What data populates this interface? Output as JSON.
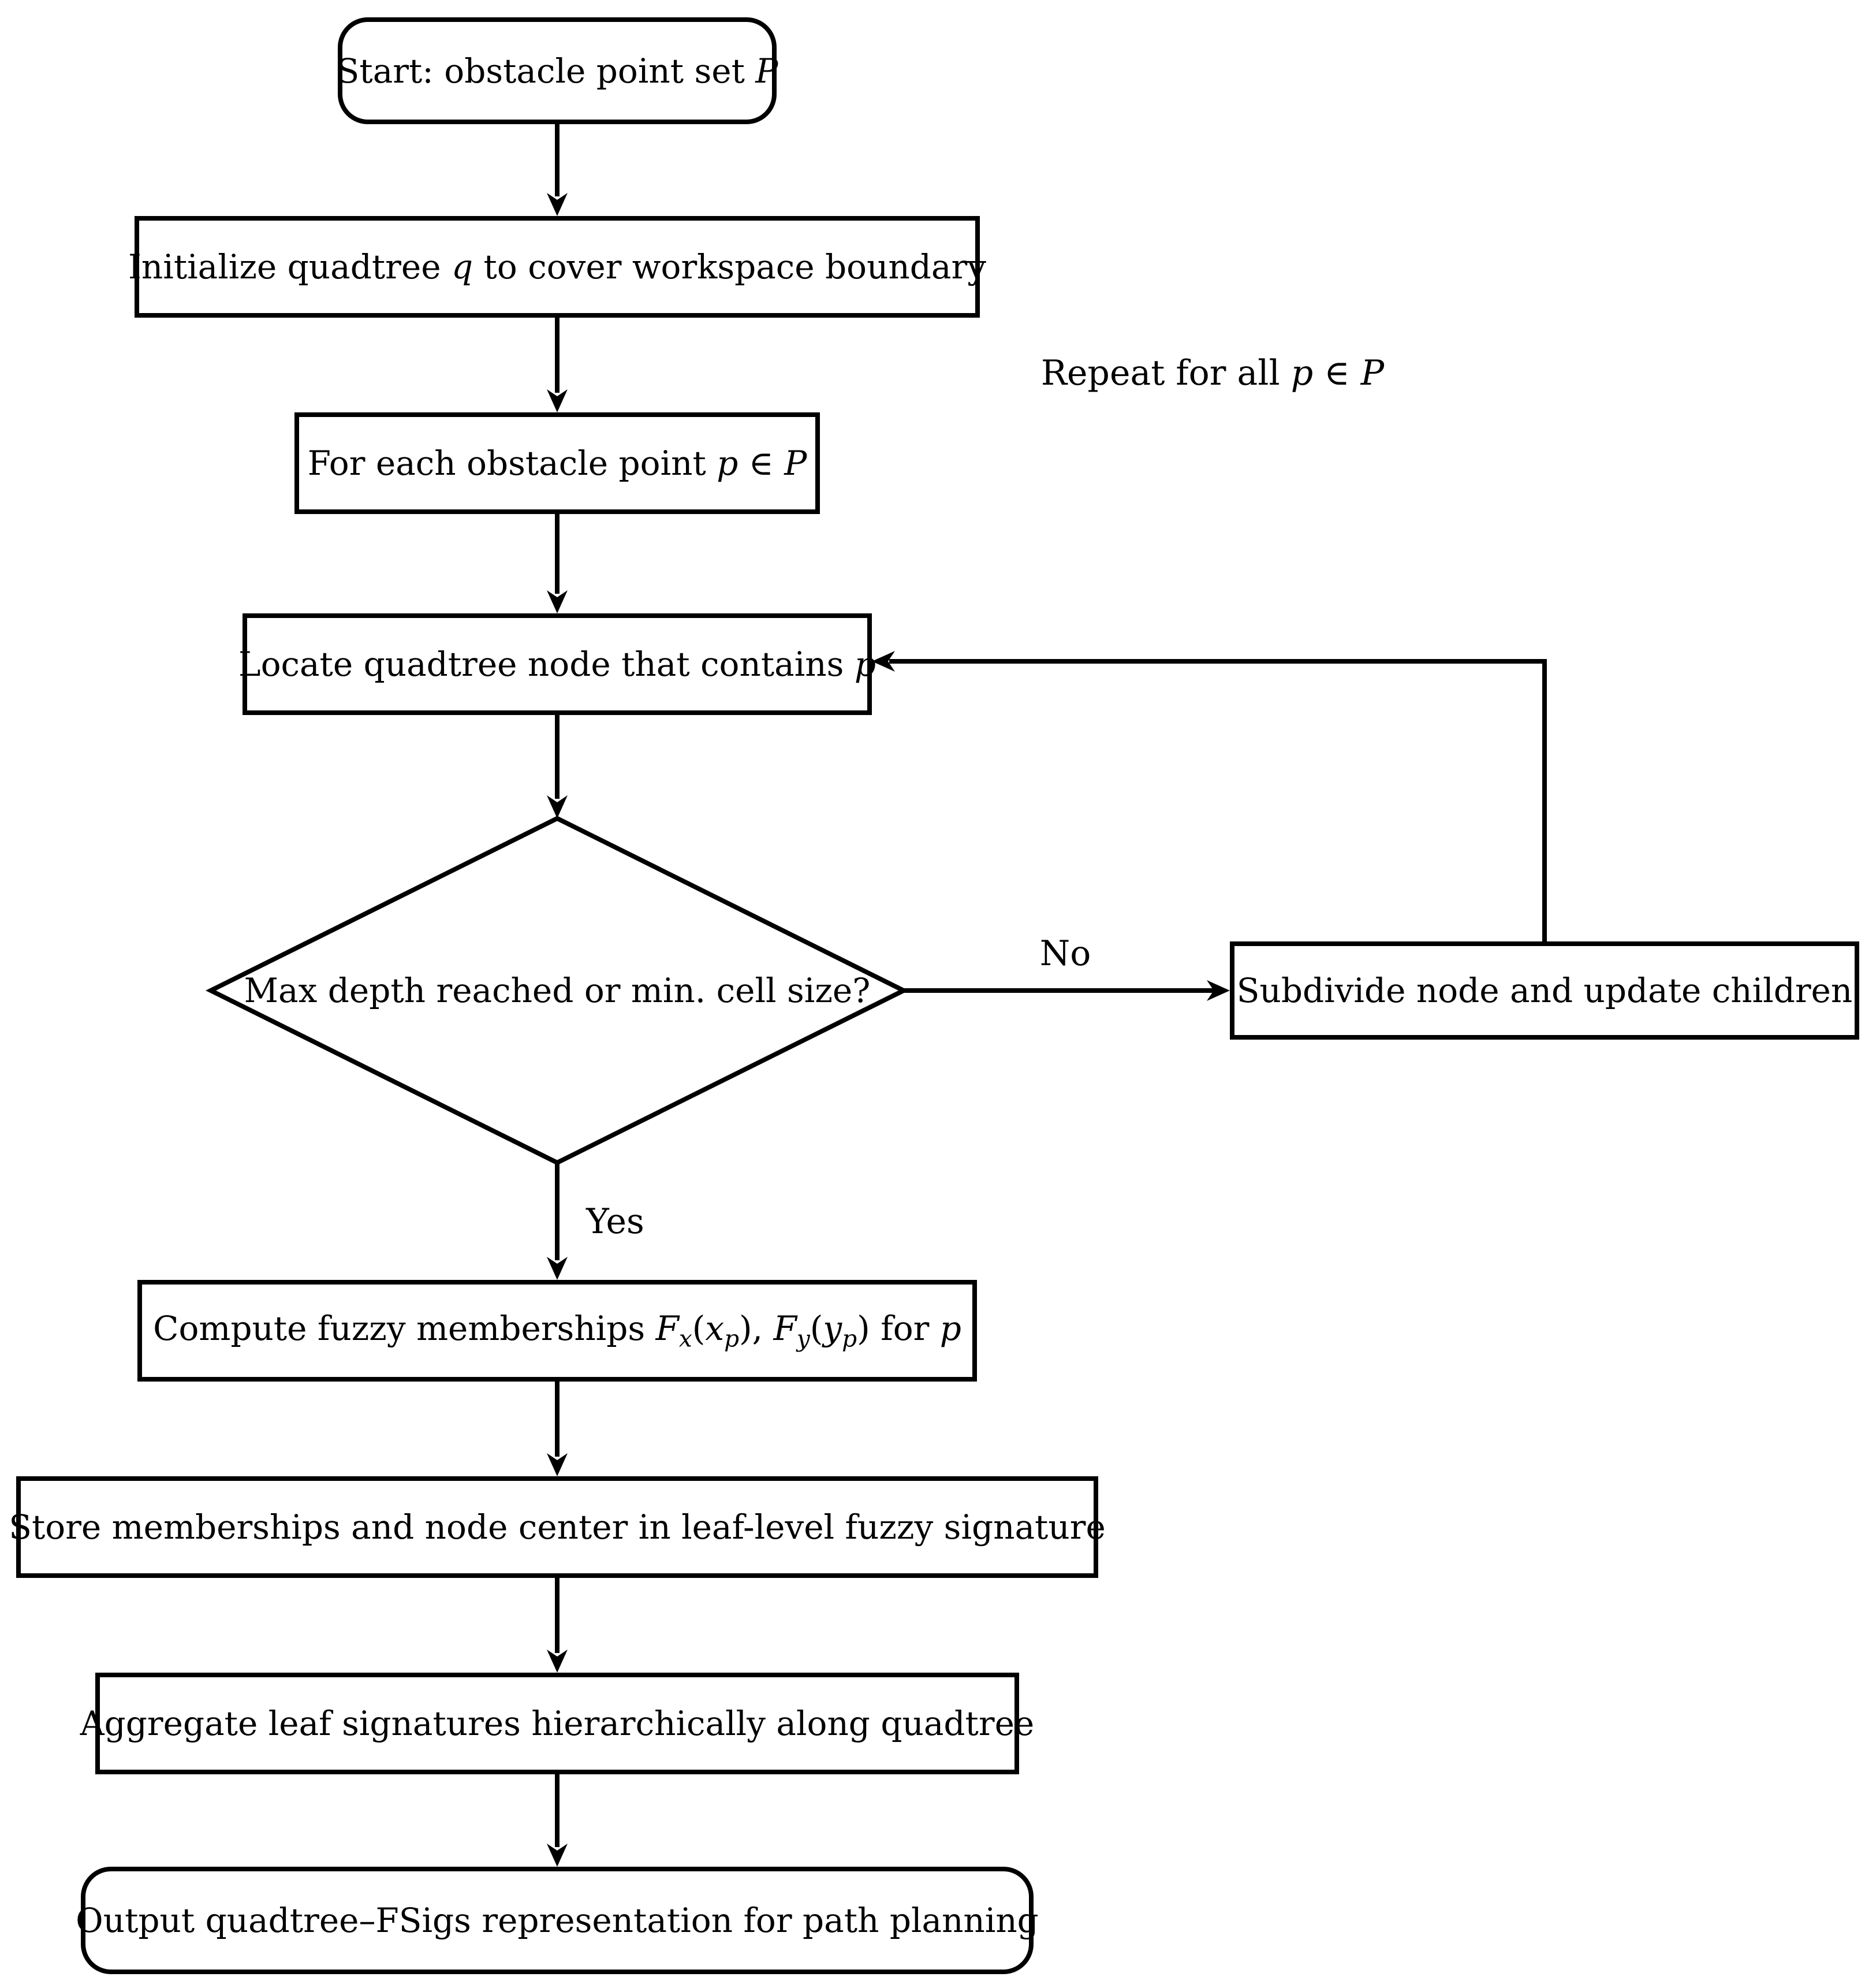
{
  "figure": {
    "type": "flowchart",
    "colors": {
      "stroke": "#000000",
      "background": "#ffffff",
      "text": "#000000"
    }
  },
  "nodes": {
    "start": {
      "shape": "rounded-rect",
      "parts": [
        "Start: obstacle point set ",
        "P"
      ]
    },
    "init": {
      "shape": "rect",
      "parts": [
        "Initialize quadtree ",
        "q",
        " to cover workspace boundary"
      ]
    },
    "foreach": {
      "shape": "rect",
      "parts": [
        "For each obstacle point ",
        "p",
        " ∈ ",
        "P"
      ]
    },
    "locate": {
      "shape": "rect",
      "parts": [
        "Locate quadtree node that contains ",
        "p"
      ]
    },
    "decision": {
      "shape": "diamond",
      "parts": [
        "Max depth reached or min. cell size?"
      ]
    },
    "subdivide": {
      "shape": "rect",
      "parts": [
        "Subdivide node and update children"
      ]
    },
    "compute": {
      "shape": "rect",
      "parts": [
        "Compute fuzzy memberships ",
        "F",
        "x",
        "(",
        "x",
        "p",
        "), ",
        "F",
        "y",
        "(",
        "y",
        "p",
        ") for ",
        "p"
      ]
    },
    "store": {
      "shape": "rect",
      "parts": [
        "Store memberships and node center in leaf-level fuzzy signature"
      ]
    },
    "aggregate": {
      "shape": "rect",
      "parts": [
        "Aggregate leaf signatures hierarchically along quadtree"
      ]
    },
    "output": {
      "shape": "rounded-rect",
      "parts": [
        "Output quadtree–FSigs representation for path planning"
      ]
    }
  },
  "edge_labels": {
    "repeat": {
      "parts": [
        "Repeat for all ",
        "p",
        " ∈ ",
        "P"
      ]
    },
    "no": "No",
    "yes": "Yes"
  },
  "edges": [
    {
      "from": "start",
      "to": "init"
    },
    {
      "from": "init",
      "to": "foreach"
    },
    {
      "from": "foreach",
      "to": "locate"
    },
    {
      "from": "locate",
      "to": "decision"
    },
    {
      "from": "decision",
      "to": "subdivide",
      "label": "No"
    },
    {
      "from": "subdivide",
      "to": "locate",
      "label": ""
    },
    {
      "from": "decision",
      "to": "compute",
      "label": "Yes"
    },
    {
      "from": "compute",
      "to": "store"
    },
    {
      "from": "store",
      "to": "aggregate"
    },
    {
      "from": "aggregate",
      "to": "output"
    }
  ]
}
